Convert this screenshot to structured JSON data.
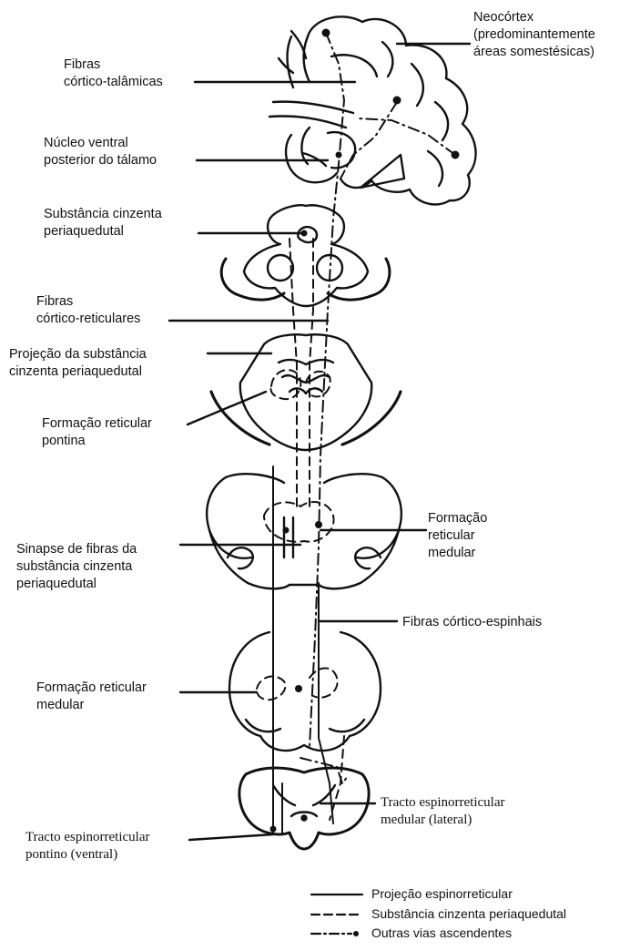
{
  "labels": {
    "neocortex": [
      "Neocórtex",
      "(predominantemente",
      "áreas somestésicas)"
    ],
    "fibras_cortico_talamicas": [
      "Fibras",
      "córtico-talâmicas"
    ],
    "nucleo_ventral": [
      "Núcleo ventral",
      "posterior do tálamo"
    ],
    "substancia_cinzenta": [
      "Substância cinzenta",
      "periaquedutal"
    ],
    "fibras_cortico_reticulares": [
      "Fibras",
      "córtico-reticulares"
    ],
    "projecao_substancia": [
      "Projeção da substância",
      "cinzenta periaquedutal"
    ],
    "formacao_pontina": [
      "Formação reticular",
      "pontina"
    ],
    "sinapse_fibras": [
      "Sinapse de fibras da",
      "substância cinzenta",
      "periaquedutal"
    ],
    "formacao_medular_right": [
      "Formação",
      "reticular",
      "medular"
    ],
    "fibras_cortico_espinhais": [
      "Fibras córtico-espinhais"
    ],
    "formacao_medular_left": [
      "Formação reticular",
      "medular"
    ],
    "tracto_medular": [
      "Tracto espinorreticular",
      "medular (lateral)"
    ],
    "tracto_pontino": [
      "Tracto espinorreticular",
      "pontino (ventral)"
    ]
  },
  "legend": [
    {
      "label": "Projeção espinorreticular",
      "style": "solid"
    },
    {
      "label": "Substância cinzenta periaquedutal",
      "style": "dashed"
    },
    {
      "label": "Outras vias ascendentes",
      "style": "dash-dot"
    }
  ],
  "colors": {
    "ink": "#111111",
    "background": "#ffffff"
  }
}
